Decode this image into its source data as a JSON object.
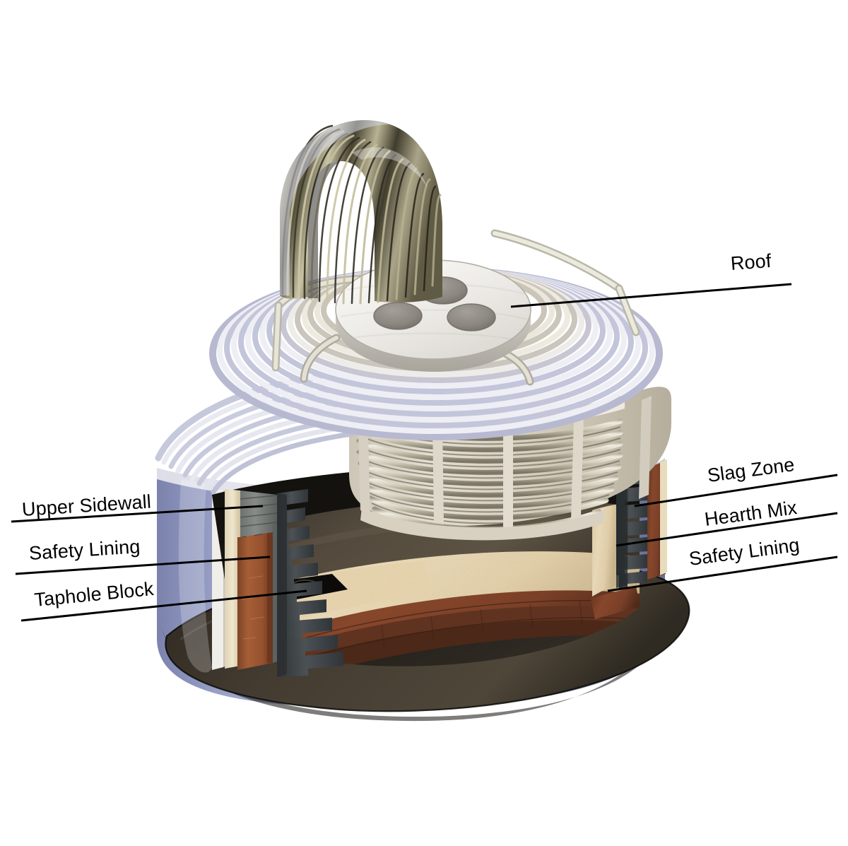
{
  "figure": {
    "subject": "Electric arc furnace cutaway",
    "background_color": "#ffffff",
    "label_color": "#000000"
  },
  "labels": {
    "roof": "Roof",
    "slag_zone": "Slag Zone",
    "hearth_mix": "Hearth Mix",
    "safety_lining_right": "Safety Lining",
    "upper_sidewall": "Upper Sidewall",
    "safety_lining_left": "Safety Lining",
    "taphole_block": "Taphole Block"
  },
  "colors": {
    "shell": "#9aa0c4",
    "shell_dark": "#7f86ae",
    "roof_disc": "#eceae6",
    "electrode_port": "#8e8a83",
    "cooling_tube_light": "#e7e6ee",
    "cooling_tube_mid": "#b9bad0",
    "panel_beige": "#d9d2c4",
    "panel_shadow": "#6d6a63",
    "elbow_metal": "#8a8468",
    "elbow_dark": "#3c3a2e",
    "refractory_dark": "#53585a",
    "slag_brick": "#3f4446",
    "taphole_brown": "#9b5634",
    "safety_brown": "#7a4026",
    "hearth_cream": "#ead7b4",
    "bath_dark": "#4a4238",
    "bath_darker": "#2c2820",
    "interior_black": "#171512"
  }
}
